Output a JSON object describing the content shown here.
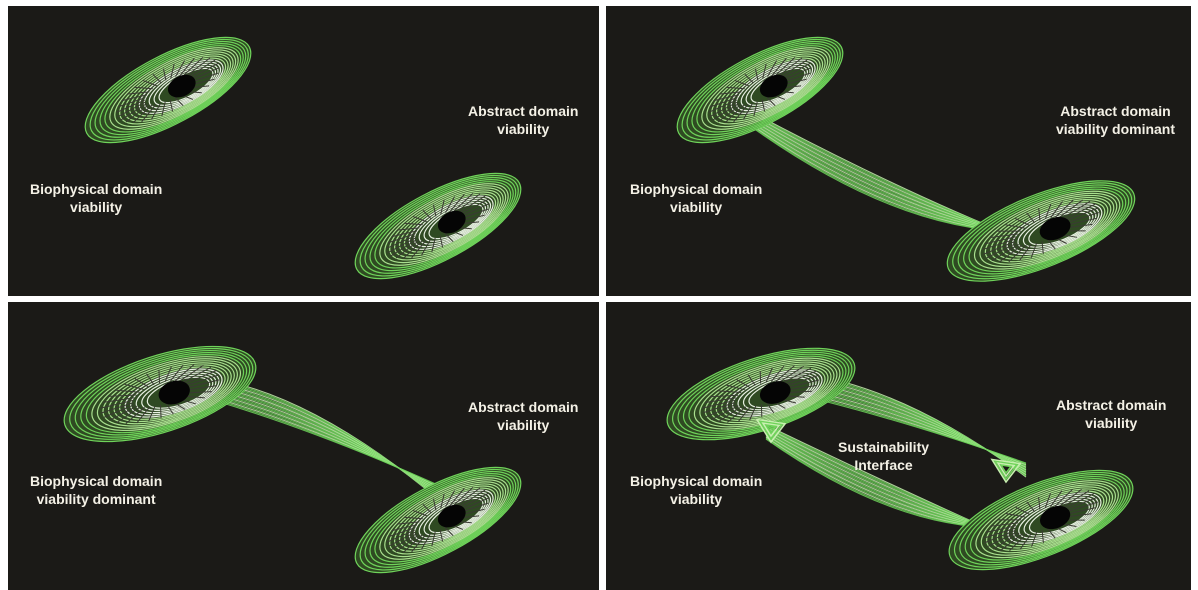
{
  "panels": [
    {
      "labels": {
        "biophysical": [
          "Biophysical domain",
          "viability"
        ],
        "abstract": [
          "Abstract domain",
          "viability"
        ]
      }
    },
    {
      "labels": {
        "biophysical": [
          "Biophysical domain",
          "viability"
        ],
        "abstract": [
          "Abstract domain",
          "viability dominant"
        ]
      }
    },
    {
      "labels": {
        "biophysical": [
          "Biophysical domain",
          "viability dominant"
        ],
        "abstract": [
          "Abstract domain",
          "viability"
        ]
      }
    },
    {
      "labels": {
        "biophysical": [
          "Biophysical domain",
          "viability"
        ],
        "abstract": [
          "Abstract domain",
          "viability"
        ],
        "interface": [
          "Sustainability",
          "Interface"
        ]
      }
    }
  ],
  "colors": {
    "background": "#1b1a17",
    "ring": "#6fd35a",
    "ring_light": "#c8f0b0",
    "label": "#f4f1e6"
  }
}
